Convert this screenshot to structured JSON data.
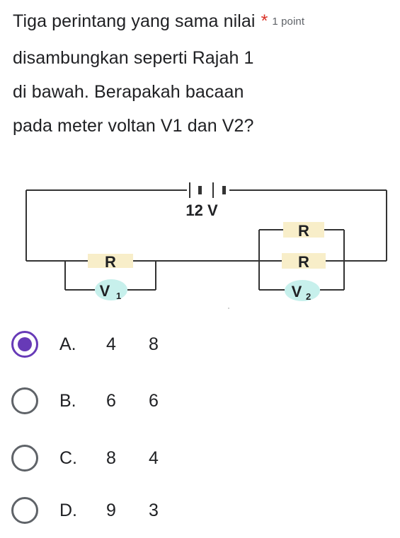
{
  "question": {
    "lines": [
      "Tiga perintang yang sama nilai",
      "disambungkan seperti Rajah 1",
      "di bawah. Berapakah bacaan",
      "pada meter voltan V1 dan V2?"
    ],
    "required_mark": "*",
    "points": "1 point"
  },
  "circuit": {
    "battery_label": "12 V",
    "resistor_label": "R",
    "voltmeter1_main": "V",
    "voltmeter1_sub": "1",
    "voltmeter2_main": "V",
    "voltmeter2_sub": "2",
    "colors": {
      "resistor_fill": "#f8eec9",
      "voltmeter_fill": "#c7f0ec",
      "wire": "#333333"
    }
  },
  "options": [
    {
      "label": "A.",
      "v1": "4",
      "v2": "8",
      "selected": true
    },
    {
      "label": "B.",
      "v1": "6",
      "v2": "6",
      "selected": false
    },
    {
      "label": "C.",
      "v1": "8",
      "v2": "4",
      "selected": false
    },
    {
      "label": "D.",
      "v1": "9",
      "v2": "3",
      "selected": false
    }
  ],
  "colors": {
    "accent": "#673ab7",
    "radio_border": "#5f6368",
    "required": "#d93025"
  }
}
